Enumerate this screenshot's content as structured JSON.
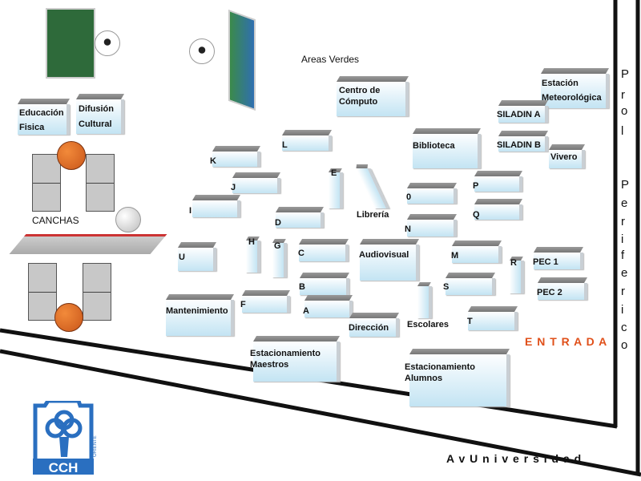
{
  "map_title_labels": {
    "areas_verdes": "Areas Verdes",
    "canchas": "CANCHAS",
    "entrada": "E N T R A D A",
    "av_universidad": "A v   U n i v e r s i d a d",
    "prol_letters": [
      "P",
      "r",
      "o",
      "l"
    ],
    "periferico_letters": [
      "P",
      "e",
      "r",
      "i",
      "f",
      "e",
      "r",
      "i",
      "c",
      "o"
    ]
  },
  "buildings": {
    "centro_computo": [
      "Centro de",
      "Cómputo"
    ],
    "estacion": [
      "Estación",
      "Meteorológica"
    ],
    "siladin_a": "SILADIN A",
    "siladin_b": "SILADIN B",
    "vivero": "Vivero",
    "biblioteca": "Biblioteca",
    "educacion": [
      "Educación",
      "Fisica"
    ],
    "difusion": [
      "Difusión",
      "Cultural"
    ],
    "L": "L",
    "K": "K",
    "E": "E",
    "J": "J",
    "zero": "0",
    "P": "P",
    "I": "I",
    "D": "D",
    "Q": "Q",
    "N": "N",
    "libreria": "Librería",
    "H": "H",
    "G": "G",
    "U": "U",
    "C": "C",
    "audiovisual": "Audiovisual",
    "M": "M",
    "R": "R",
    "pec1": "PEC 1",
    "B": "B",
    "S": "S",
    "pec2": "PEC 2",
    "F": "F",
    "A": "A",
    "mantenimiento": "Mantenimiento",
    "escolares": "Escolares",
    "T": "T",
    "direccion": "Dirección",
    "est_maestros": [
      "Estacionamiento",
      "Maestros"
    ],
    "est_alumnos": [
      "Estacionamiento",
      "Alumnos"
    ]
  },
  "logo": {
    "text": "CCH",
    "subtext": "ORIENTE"
  },
  "colors": {
    "entrada": "#e0501a",
    "logo": "#2a6fc0"
  }
}
